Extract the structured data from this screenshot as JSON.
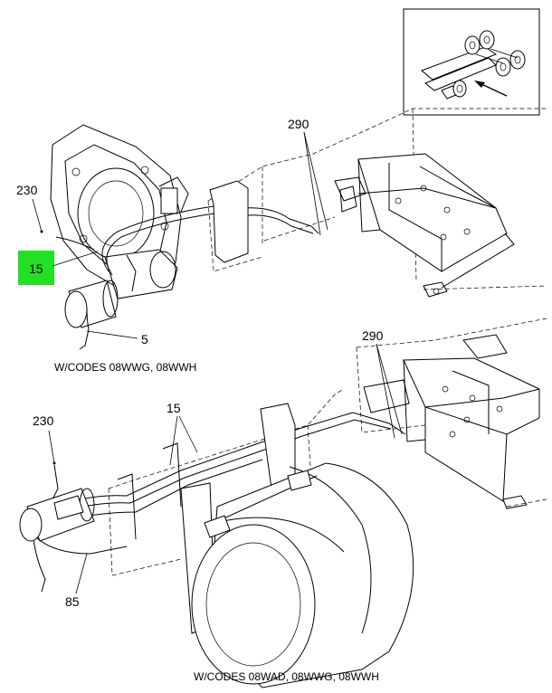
{
  "callouts": {
    "top_290": "290",
    "top_230": "230",
    "top_15_highlighted": "15",
    "top_5": "5",
    "mid_290": "290",
    "bot_230": "230",
    "bot_15": "15",
    "bot_85": "85"
  },
  "captions": {
    "upper": "W/CODES 08WWG, 08WWH",
    "lower": "W/CODES 08WAD, 08WWG, 08WWH"
  },
  "colors": {
    "highlight": "#22e022",
    "line": "#000000",
    "background": "#ffffff"
  },
  "icons": [
    "truck-chassis-locator-icon",
    "direction-arrow-icon"
  ]
}
